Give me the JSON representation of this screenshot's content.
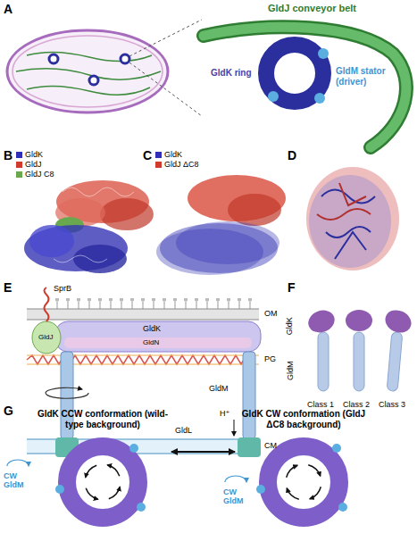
{
  "diagram": {
    "nodes": [
      {
        "text": [
          "GldK CCW conformation (wild-type background)"
        ]
      },
      {
        "text": [
          "GldK CW conformation (GldJ ΔC8 background)"
        ]
      }
    ],
    "edges": [
      {
        "from": 0,
        "to": 1,
        "arrow": "both"
      }
    ],
    "labels": [
      "A",
      "B",
      "C",
      "D",
      "E",
      "F",
      "G",
      "GldJ conveyor belt",
      "GldK ring",
      "GldM stator (driver)",
      "SprB",
      "OM",
      "GldJ",
      "GldK",
      "GldN",
      "PG",
      "GldM",
      "GldL",
      "CM",
      "H⁺",
      "GldK",
      "GldM",
      "Class 1",
      "Class 2",
      "Class 3",
      "CW GldM",
      "CW GldM"
    ],
    "legend": [
      {
        "text": "GldK",
        "color": "#2e2eb8"
      },
      {
        "text": "GldJ",
        "color": "#d13b2e"
      },
      {
        "text": "GldJ C8",
        "color": "#6aa84f"
      },
      {
        "text": "GldK",
        "color": "#2e2eb8"
      },
      {
        "text": "GldJ ΔC8",
        "color": "#d13b2e"
      }
    ]
  }
}
